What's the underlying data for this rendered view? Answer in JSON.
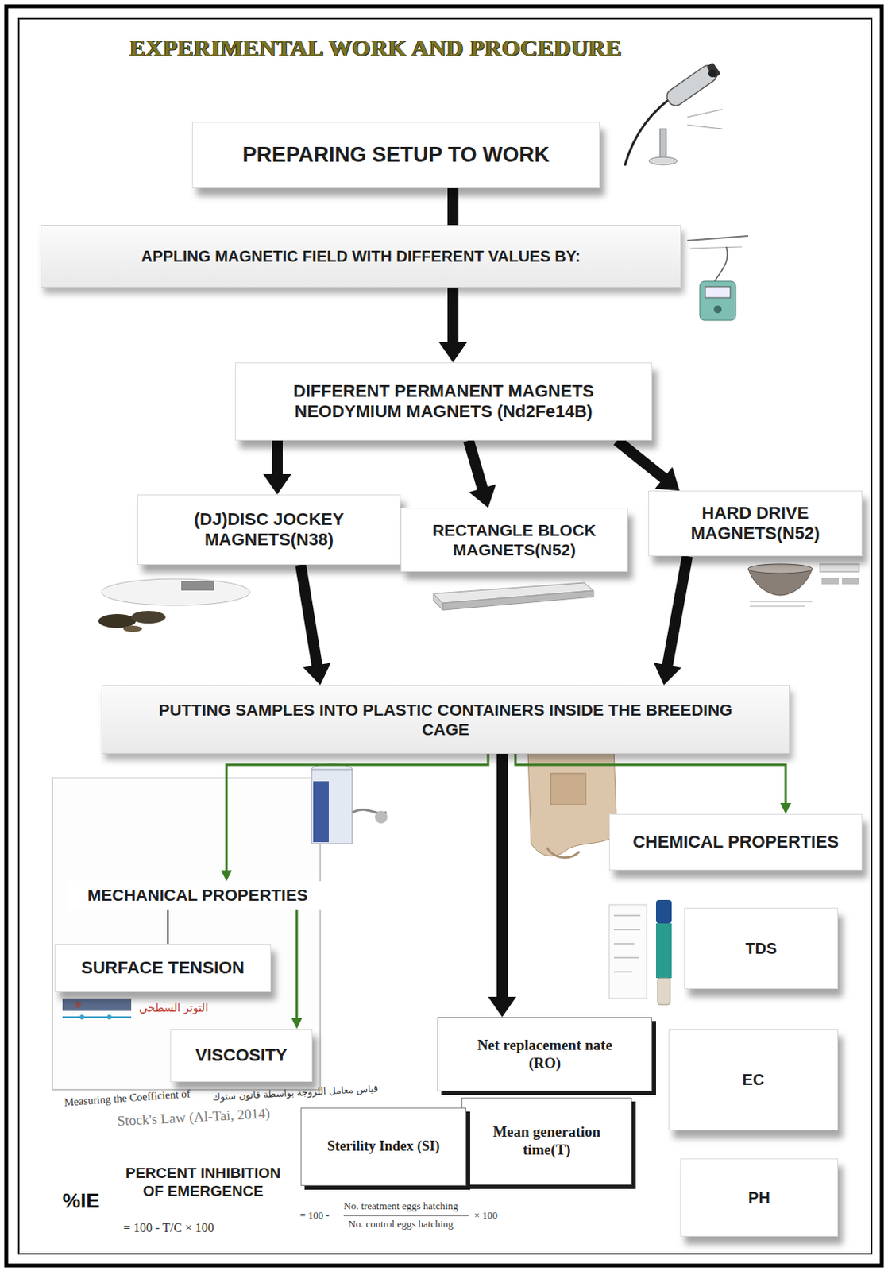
{
  "diagram": {
    "title": "EXPERIMENTAL WORK AND PROCEDURE",
    "nodes": [
      {
        "text": [
          "PREPARING SETUP TO WORK"
        ]
      },
      {
        "text": [
          "APPLING MAGNETIC FIELD WITH DIFFERENT VALUES BY:"
        ]
      },
      {
        "text": [
          "DIFFERENT PERMANENT MAGNETS NEODYMIUM MAGNETS (Nd2Fe14B)"
        ]
      },
      {
        "text": [
          "(DJ)DISC JOCKEY MAGNETS(N38)"
        ]
      },
      {
        "text": [
          "RECTANGLE BLOCK MAGNETS(N52)"
        ]
      },
      {
        "text": [
          "HARD DRIVE MAGNETS(N52)"
        ]
      },
      {
        "text": [
          "PUTTING SAMPLES INTO PLASTIC CONTAINERS INSIDE THE BREEDING CAGE"
        ]
      },
      {
        "text": [
          "MECHANICAL PROPERTIES"
        ]
      },
      {
        "text": [
          "SURFACE TENSION"
        ]
      },
      {
        "text": [
          "VISCOSITY"
        ]
      },
      {
        "text": [
          "CHEMICAL PROPERTIES"
        ]
      },
      {
        "text": [
          "TDS"
        ]
      },
      {
        "text": [
          "EC"
        ]
      },
      {
        "text": [
          "PH"
        ]
      },
      {
        "text": [
          "Net replacement nate (RO)"
        ]
      },
      {
        "text": [
          "Mean generation time(T)"
        ]
      },
      {
        "text": [
          "Sterility Index (SI)"
        ]
      },
      {
        "text": [
          "PERCENT INHIBITION OF EMERGENCE"
        ]
      }
    ],
    "edges": [
      {
        "from": 0,
        "to": 1,
        "arrow": "none"
      },
      {
        "from": 1,
        "to": 2,
        "arrow": "to"
      },
      {
        "from": 2,
        "to": 3,
        "arrow": "to"
      },
      {
        "from": 2,
        "to": 4,
        "arrow": "to"
      },
      {
        "from": 2,
        "to": 5,
        "arrow": "to"
      },
      {
        "from": 3,
        "to": 6,
        "arrow": "to"
      },
      {
        "from": 5,
        "to": 6,
        "arrow": "to"
      },
      {
        "from": 6,
        "to": 7,
        "arrow": "to"
      },
      {
        "from": 6,
        "to": 10,
        "arrow": "to"
      },
      {
        "from": 6,
        "to": 14,
        "arrow": "to"
      },
      {
        "from": 7,
        "to": 8,
        "arrow": "none"
      },
      {
        "from": 7,
        "to": 9,
        "arrow": "to"
      }
    ],
    "labels": [
      "التوتر السطحي",
      "Measuring the Coefficient of",
      "قياس معامل اللزوجة بواسطة قانون ستوك",
      "Stock's Law (Al-Tai, 2014)",
      "%IE",
      "= 100 - T/C × 100",
      "= 100 -",
      "No. treatment eggs hatching",
      "No. control eggs hatching",
      "× 100"
    ]
  }
}
